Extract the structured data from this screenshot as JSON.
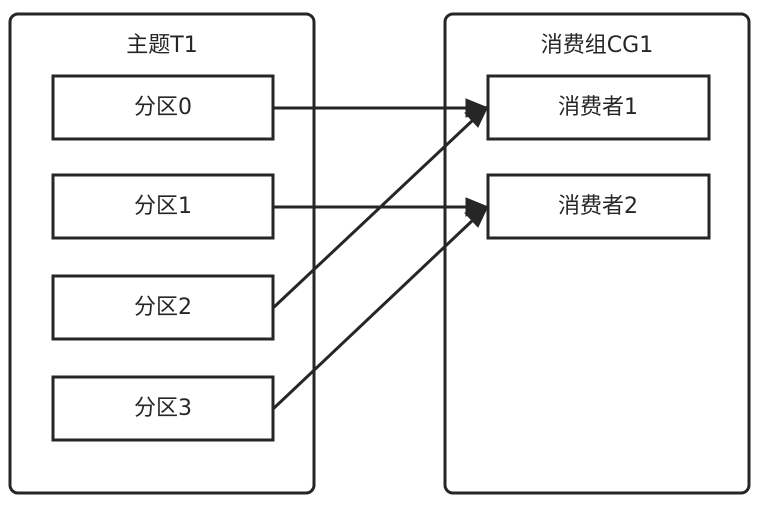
{
  "topic": {
    "title": "主题T1",
    "partitions": [
      {
        "label": "分区0"
      },
      {
        "label": "分区1"
      },
      {
        "label": "分区2"
      },
      {
        "label": "分区3"
      }
    ]
  },
  "consumer_group": {
    "title": "消费组CG1",
    "consumers": [
      {
        "label": "消费者1"
      },
      {
        "label": "消费者2"
      }
    ]
  },
  "assignments": [
    {
      "from": "分区0",
      "to": "消费者1"
    },
    {
      "from": "分区1",
      "to": "消费者2"
    },
    {
      "from": "分区2",
      "to": "消费者1"
    },
    {
      "from": "分区3",
      "to": "消费者2"
    }
  ],
  "colors": {
    "stroke": "#262626",
    "background": "#ffffff"
  }
}
